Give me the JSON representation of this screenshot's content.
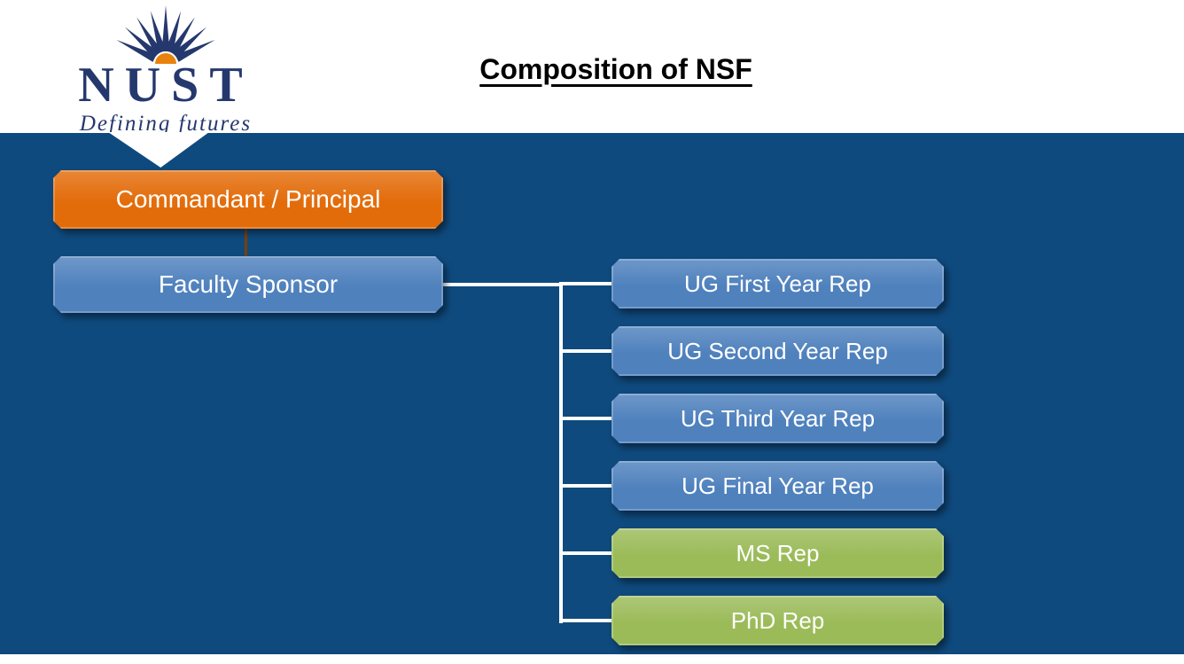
{
  "page": {
    "background_color": "#0f4a7e",
    "header_background": "#ffffff",
    "title": "Composition of NSF"
  },
  "logo": {
    "name": "NUST",
    "tagline": "Defining futures",
    "icon": "nust-sunburst-icon",
    "text_color": "#25386e",
    "sun_color": "#e8820c"
  },
  "org_chart": {
    "root": {
      "label": "Commandant / Principal",
      "color": "#e36c0a"
    },
    "sponsor": {
      "label": "Faculty Sponsor",
      "color": "#4f81bd"
    },
    "reps": [
      {
        "label": "UG First Year Rep",
        "color": "#4f81bd"
      },
      {
        "label": "UG Second Year Rep",
        "color": "#4f81bd"
      },
      {
        "label": "UG Third Year Rep",
        "color": "#4f81bd"
      },
      {
        "label": "UG Final Year Rep",
        "color": "#4f81bd"
      },
      {
        "label": "MS Rep",
        "color": "#9bbb59"
      },
      {
        "label": "PhD Rep",
        "color": "#9bbb59"
      }
    ],
    "connector_colors": {
      "root_to_sponsor": "#7b3f00",
      "sponsor_to_reps": "#ffffff"
    }
  }
}
